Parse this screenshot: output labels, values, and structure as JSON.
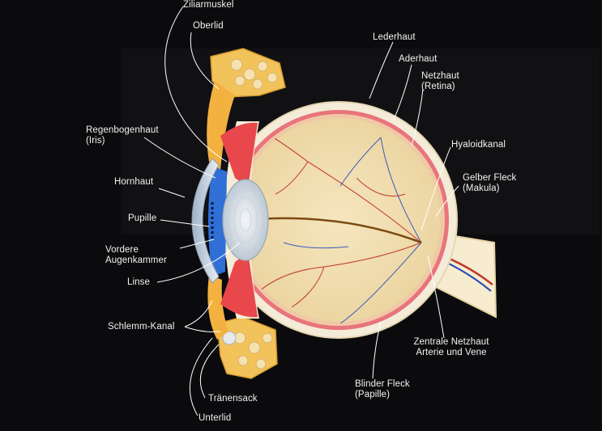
{
  "labels": {
    "ziliarmuskel": "Ziliarmuskel",
    "oberlid": "Oberlid",
    "lederhaut": "Lederhaut",
    "aderhaut": "Aderhaut",
    "netzhaut": "Netzhaut\n(Retina)",
    "regenbogenhaut": "Regenbogenhaut\n(Iris)",
    "hyaloidkanal": "Hyaloidkanal",
    "gelber_fleck": "Gelber Fleck\n(Makula)",
    "hornhaut": "Hornhaut",
    "pupille": "Pupille",
    "vordere_augenkammer": "Vordere\nAugenkammer",
    "linse": "Linse",
    "schlemm_kanal": "Schlemm-Kanal",
    "zentrale_netzhaut": "Zentrale Netzhaut\nArterie und Vene",
    "blinder_fleck": "Blinder Fleck\n(Papille)",
    "traenensack": "Tränensack",
    "unterlid": "Unterlid"
  }
}
